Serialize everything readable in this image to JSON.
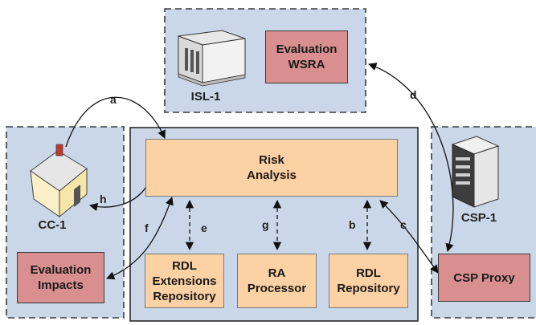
{
  "nodes": {
    "isl": "ISL-1",
    "cc": "CC-1",
    "csp": "CSP-1",
    "evaluation_wsra": "Evaluation\nWSRA",
    "risk_analysis": "Risk\nAnalysis",
    "rdl_extensions": "RDL\nExtensions\nRepository",
    "ra_processor": "RA\nProcessor",
    "rdl_repository": "RDL\nRepository",
    "evaluation_impacts": "Evaluation\nImpacts",
    "csp_proxy": "CSP Proxy"
  },
  "edges": {
    "a": "a",
    "b": "b",
    "c": "c",
    "d": "d",
    "e": "e",
    "f": "f",
    "g": "g",
    "h": "h"
  },
  "colors": {
    "zone_fill": "#c9d7e8",
    "zone_border": "#3a3a3a",
    "pink_box": "#d98f8f",
    "peach_box": "#fcd1a4"
  },
  "icons": {
    "isl": "library-building-icon",
    "cc": "house-icon",
    "csp": "server-icon"
  }
}
